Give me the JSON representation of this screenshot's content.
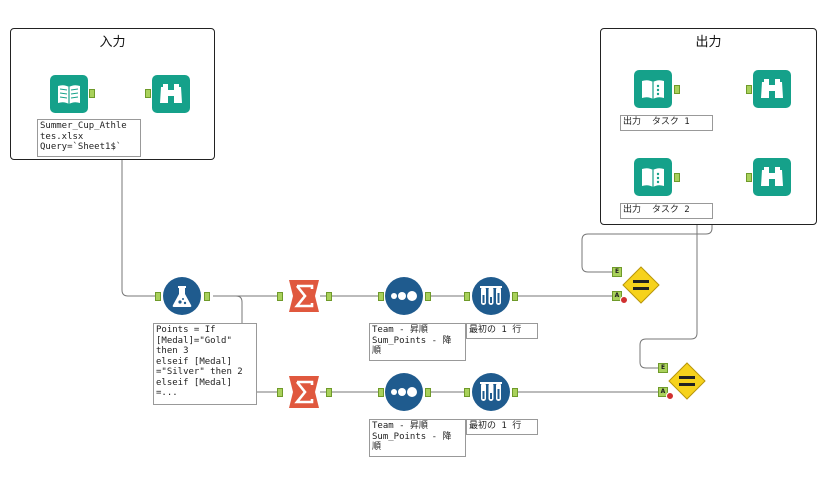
{
  "containers": {
    "input_title": "入力",
    "output_title": "出力"
  },
  "annotations": {
    "input_file": "Summer_Cup_Athle\ntes.xlsx\nQuery=`Sheet1$`",
    "output_task1": "出力  タスク 1",
    "output_task2": "出力  タスク 2",
    "formula": "Points = If\n[Medal]=\"Gold\"\nthen 3\nelseif [Medal]\n=\"Silver\" then 2\nelseif [Medal]\n=...",
    "sort_top": "Team - 昇順\nSum_Points - 降\n順",
    "sample_top": "最初の 1 行",
    "sort_bottom": "Team - 昇順\nSum_Points - 降\n順",
    "sample_bottom": "最初の 1 行"
  },
  "anchors": {
    "e": "E",
    "a": "A"
  },
  "icons": {
    "input_tool": "book-icon",
    "browse_tool": "binoculars-icon",
    "formula_tool": "flask-icon",
    "summarize_tool": "sigma-icon",
    "sort_tool": "dots-icon",
    "sample_tool": "test-tubes-icon",
    "compare_tool": "equals-diamond-icon"
  },
  "colors": {
    "teal": "#15a18a",
    "blue": "#1f5b8e",
    "orange": "#e0583e",
    "yellow": "#f6d21c",
    "anchor_green": "#a9d15b"
  }
}
